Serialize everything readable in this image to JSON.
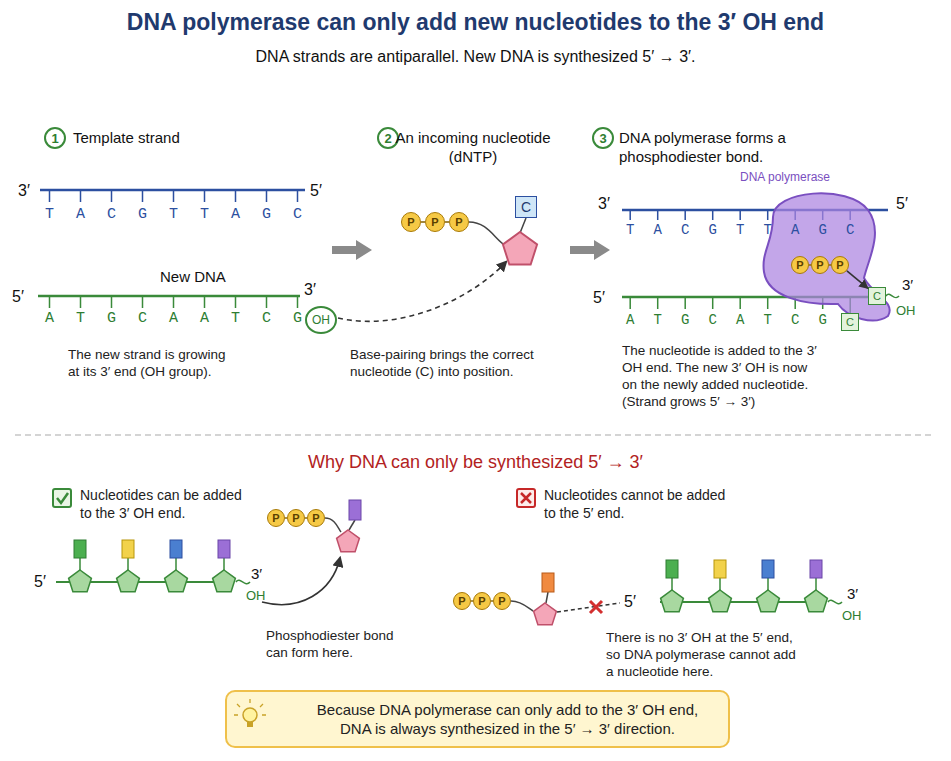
{
  "diagram": {
    "title": "DNA polymerase can only add new nucleotides to the 3′ OH end",
    "nodes": [
      {
        "text": [
          "1"
        ]
      },
      {
        "text": [
          "OH"
        ]
      },
      {
        "text": [
          "2"
        ]
      },
      {
        "text": [
          "P"
        ]
      },
      {
        "text": [
          "P"
        ]
      },
      {
        "text": [
          "P"
        ]
      },
      {
        "text": [
          "C"
        ]
      },
      {
        "text": [
          "3"
        ]
      },
      {
        "text": [
          "DNA polymerase"
        ]
      },
      {
        "text": [
          "P"
        ],
        "in": 8
      },
      {
        "text": [
          "P"
        ],
        "in": 8
      },
      {
        "text": [
          "P"
        ],
        "in": 8
      },
      {
        "text": [
          "C"
        ]
      },
      {
        "text": [
          "C"
        ]
      },
      {
        "text": [
          "P"
        ]
      },
      {
        "text": [
          "P"
        ]
      },
      {
        "text": [
          "P"
        ]
      },
      {
        "text": [
          "P"
        ]
      },
      {
        "text": [
          "P"
        ]
      },
      {
        "text": [
          "P"
        ]
      },
      {
        "text": [
          "Because DNA polymerase can only add to the 3′ OH end, DNA is always synthesized in the 5′ → 3′ direction."
        ]
      }
    ],
    "edges": [
      {
        "from": 3,
        "to": 4,
        "arrow": "none"
      },
      {
        "from": 4,
        "to": 5,
        "arrow": "none"
      },
      {
        "from": 9,
        "to": 10,
        "arrow": "none"
      },
      {
        "from": 10,
        "to": 11,
        "arrow": "none"
      },
      {
        "from": 11,
        "to": 12,
        "arrow": "to"
      },
      {
        "from": 14,
        "to": 15,
        "arrow": "none"
      },
      {
        "from": 15,
        "to": 16,
        "arrow": "none"
      },
      {
        "from": 17,
        "to": 18,
        "arrow": "none"
      },
      {
        "from": 18,
        "to": 19,
        "arrow": "none"
      }
    ],
    "labels": [
      "DNA strands are antiparallel. New DNA is synthesized 5′ → 3′.",
      "Template strand",
      "3′",
      "5′",
      "T A C G T T A G C",
      "New DNA",
      "5′",
      "3′",
      "A T G C A A T C G",
      "The new strand is growing at its 3′ end (OH group).",
      "An incoming nucleotide (dNTP)",
      "Base-pairing brings the correct nucleotide (C) into position.",
      "DNA polymerase forms a phosphodiester bond.",
      "3′",
      "5′",
      "T A C G T T A G C",
      "5′",
      "A T G C A T C G",
      "3′",
      "OH",
      "The nucleotide is added to the 3′ OH end. The new 3′ OH is now on the newly added nucleotide.",
      "(Strand grows 5′ → 3′)",
      "Why DNA can only be synthesized 5′ → 3′",
      "Nucleotides can be added to the 3′ OH end.",
      "5′",
      "3′",
      "OH",
      "Phosphodiester bond can form here.",
      "Nucleotides cannot be added to the 5′ end.",
      "5′",
      "3′",
      "OH",
      "There is no 3′ OH at the 5′ end, so DNA polymerase cannot add a nucleotide here."
    ]
  }
}
